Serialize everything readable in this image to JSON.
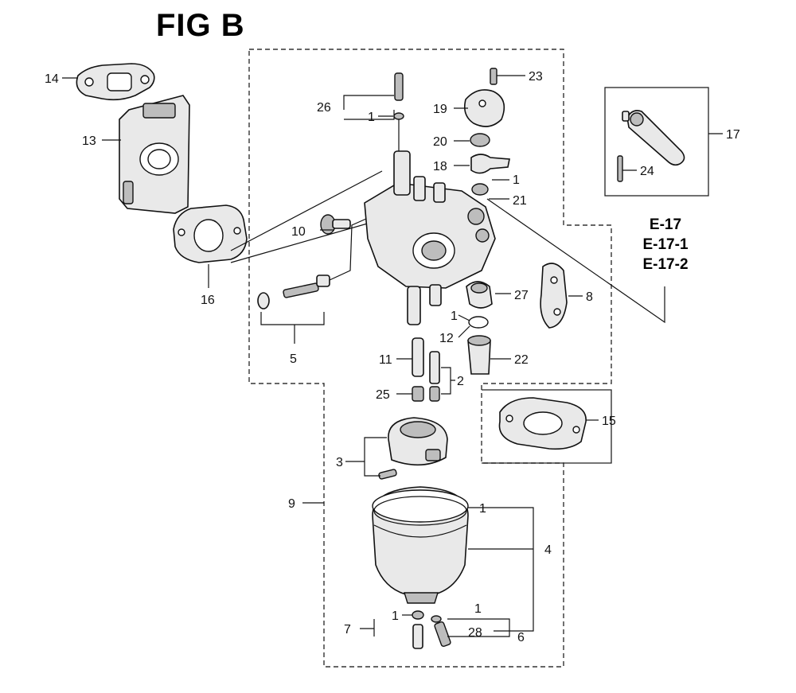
{
  "figure": {
    "title": "FIG B",
    "references": [
      "E-17",
      "E-17-1",
      "E-17-2"
    ]
  },
  "callouts": {
    "c1": "1",
    "c2": "2",
    "c3": "3",
    "c4": "4",
    "c5": "5",
    "c6": "6",
    "c7": "7",
    "c8": "8",
    "c9": "9",
    "c10": "10",
    "c11": "11",
    "c12": "12",
    "c13": "13",
    "c14": "14",
    "c15": "15",
    "c16": "16",
    "c17": "17",
    "c18": "18",
    "c19": "19",
    "c20": "20",
    "c21": "21",
    "c22": "22",
    "c23": "23",
    "c24": "24",
    "c25": "25",
    "c26": "26",
    "c27": "27",
    "c28": "28"
  }
}
